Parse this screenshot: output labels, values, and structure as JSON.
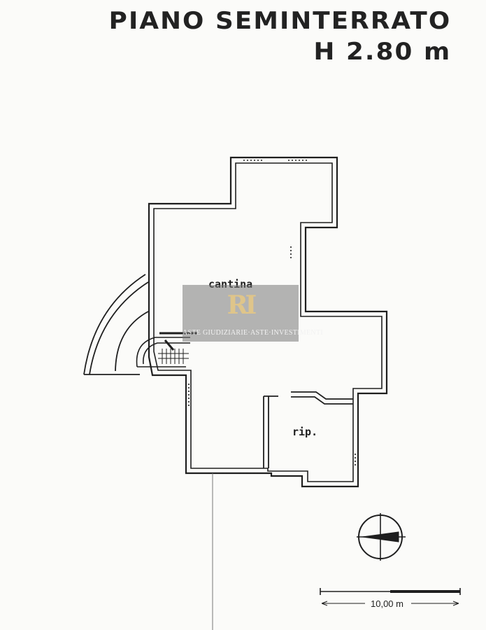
{
  "title": {
    "line1": "PIANO SEMINTERRATO",
    "line2": "H 2.80 m"
  },
  "rooms": {
    "cantina": "cantina",
    "rip": "rip."
  },
  "watermark": {
    "logo": "RI",
    "text": "ASTE GIUDIZIARIE·ASTE·INVESTIMENTI"
  },
  "scale_bar": {
    "label": "10,00 m"
  },
  "colors": {
    "wall": "#1f1f1f",
    "paper": "#fbfbf9",
    "watermark": "#7a7a7a"
  }
}
